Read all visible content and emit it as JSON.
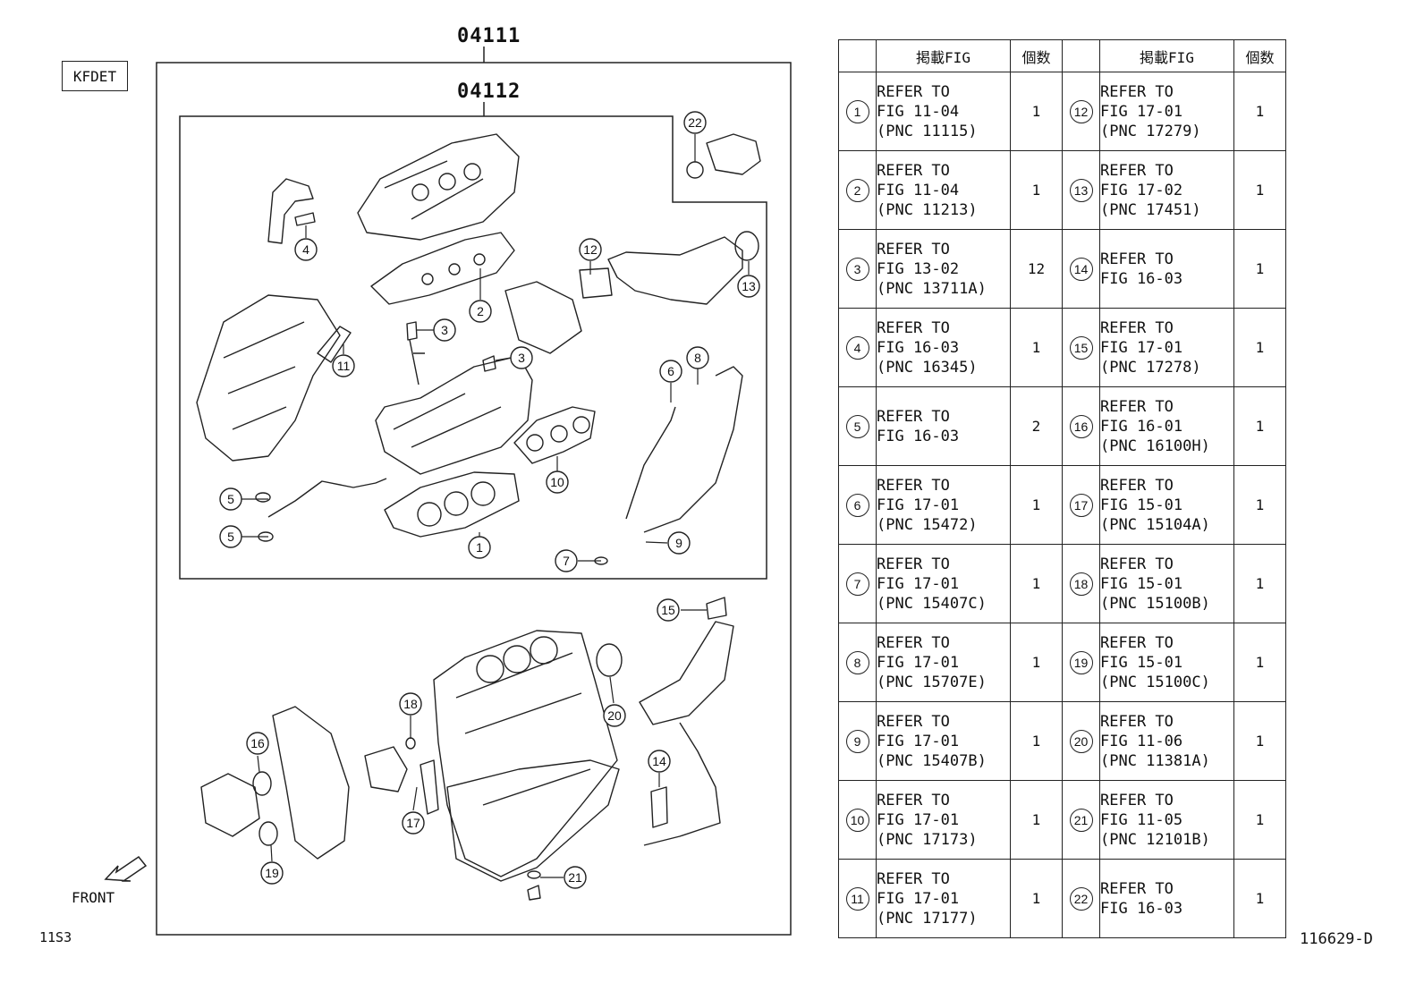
{
  "header": {
    "engine_code": "KFDET",
    "kit_main": "04111",
    "kit_sub": "04112"
  },
  "footer": {
    "front_label": "FRONT",
    "page_code": "11S3",
    "illustration_id": "116629-D"
  },
  "table": {
    "col_fig": "掲載FIG",
    "col_qty": "個数",
    "left": [
      {
        "no": "1",
        "ref": "REFER TO\nFIG 11-04\n(PNC 11115)",
        "qty": "1"
      },
      {
        "no": "2",
        "ref": "REFER TO\nFIG 11-04\n(PNC 11213)",
        "qty": "1"
      },
      {
        "no": "3",
        "ref": "REFER TO\nFIG 13-02\n(PNC 13711A)",
        "qty": "12"
      },
      {
        "no": "4",
        "ref": "REFER TO\nFIG 16-03\n(PNC 16345)",
        "qty": "1"
      },
      {
        "no": "5",
        "ref": "REFER TO\nFIG 16-03",
        "qty": "2"
      },
      {
        "no": "6",
        "ref": "REFER TO\nFIG 17-01\n(PNC 15472)",
        "qty": "1"
      },
      {
        "no": "7",
        "ref": "REFER TO\nFIG 17-01\n(PNC 15407C)",
        "qty": "1"
      },
      {
        "no": "8",
        "ref": "REFER TO\nFIG 17-01\n(PNC 15707E)",
        "qty": "1"
      },
      {
        "no": "9",
        "ref": "REFER TO\nFIG 17-01\n(PNC 15407B)",
        "qty": "1"
      },
      {
        "no": "10",
        "ref": "REFER TO\nFIG 17-01\n(PNC 17173)",
        "qty": "1"
      },
      {
        "no": "11",
        "ref": "REFER TO\nFIG 17-01\n(PNC 17177)",
        "qty": "1"
      }
    ],
    "right": [
      {
        "no": "12",
        "ref": "REFER TO\nFIG 17-01\n(PNC 17279)",
        "qty": "1"
      },
      {
        "no": "13",
        "ref": "REFER TO\nFIG 17-02\n(PNC 17451)",
        "qty": "1"
      },
      {
        "no": "14",
        "ref": "REFER TO\nFIG 16-03",
        "qty": "1"
      },
      {
        "no": "15",
        "ref": "REFER TO\nFIG 17-01\n(PNC 17278)",
        "qty": "1"
      },
      {
        "no": "16",
        "ref": "REFER TO\nFIG 16-01\n(PNC 16100H)",
        "qty": "1"
      },
      {
        "no": "17",
        "ref": "REFER TO\nFIG 15-01\n(PNC 15104A)",
        "qty": "1"
      },
      {
        "no": "18",
        "ref": "REFER TO\nFIG 15-01\n(PNC 15100B)",
        "qty": "1"
      },
      {
        "no": "19",
        "ref": "REFER TO\nFIG 15-01\n(PNC 15100C)",
        "qty": "1"
      },
      {
        "no": "20",
        "ref": "REFER TO\nFIG 11-06\n(PNC 11381A)",
        "qty": "1"
      },
      {
        "no": "21",
        "ref": "REFER TO\nFIG 11-05\n(PNC 12101B)",
        "qty": "1"
      },
      {
        "no": "22",
        "ref": "REFER TO\nFIG 16-03",
        "qty": "1"
      }
    ]
  },
  "callouts": [
    "1",
    "2",
    "3",
    "3",
    "4",
    "5",
    "5",
    "6",
    "7",
    "8",
    "9",
    "10",
    "11",
    "12",
    "13",
    "14",
    "15",
    "16",
    "17",
    "18",
    "19",
    "20",
    "21",
    "22"
  ]
}
